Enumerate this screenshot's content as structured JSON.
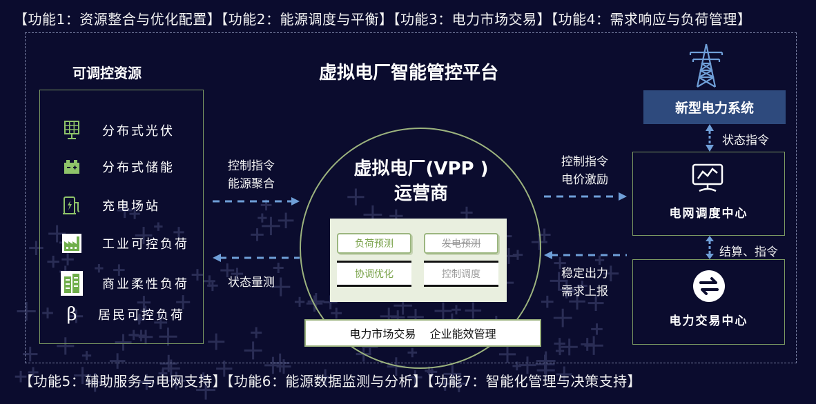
{
  "header_functions": "【功能1：资源整合与优化配置】【功能2：能源调度与平衡】【功能3：电力市场交易】【功能4：需求响应与负荷管理】",
  "footer_functions": "【功能5：辅助服务与电网支持】【功能6：能源数据监测与分析】【功能7：智能化管理与决策支持】",
  "platform_title": "虚拟电厂智能管控平台",
  "resources": {
    "title": "可调控资源",
    "items": [
      {
        "label": "分布式光伏",
        "icon": "solar-panel-icon"
      },
      {
        "label": "分布式储能",
        "icon": "battery-icon"
      },
      {
        "label": "充电场站",
        "icon": "charging-station-icon"
      },
      {
        "label": "工业可控负荷",
        "icon": "factory-icon"
      },
      {
        "label": "商业柔性负荷",
        "icon": "building-icon"
      },
      {
        "label": "居民可控负荷",
        "icon": "beta-icon",
        "glyph": "β"
      }
    ]
  },
  "left_arrows": {
    "to_vpp": [
      "控制指令",
      "能源聚合"
    ],
    "to_resources": "状态量测"
  },
  "vpp": {
    "title_line1": "虚拟电厂(VPP )",
    "title_line2": "运营商",
    "chips": {
      "load_forecast": "负荷预测",
      "gen_forecast": "发电预测",
      "coordination": "协调优化",
      "dispatch": "控制调度"
    },
    "market_label": "电力市场交易    企业能效管理"
  },
  "right_arrows": {
    "to_dispatch": [
      "控制指令",
      "电价激励"
    ],
    "to_vpp": [
      "稳定出力",
      "需求上报"
    ],
    "grid_status": "状态指令",
    "settlement": "结算、指令"
  },
  "grid": {
    "system_label": "新型电力系统",
    "dispatch_center": "电网调度中心",
    "trading_center": "电力交易中心"
  },
  "colors": {
    "background": "#0b0c2e",
    "accent_green": "#9cb37e",
    "arrow_blue": "#6f9fd8",
    "grid_box": "#2e4a7d"
  }
}
